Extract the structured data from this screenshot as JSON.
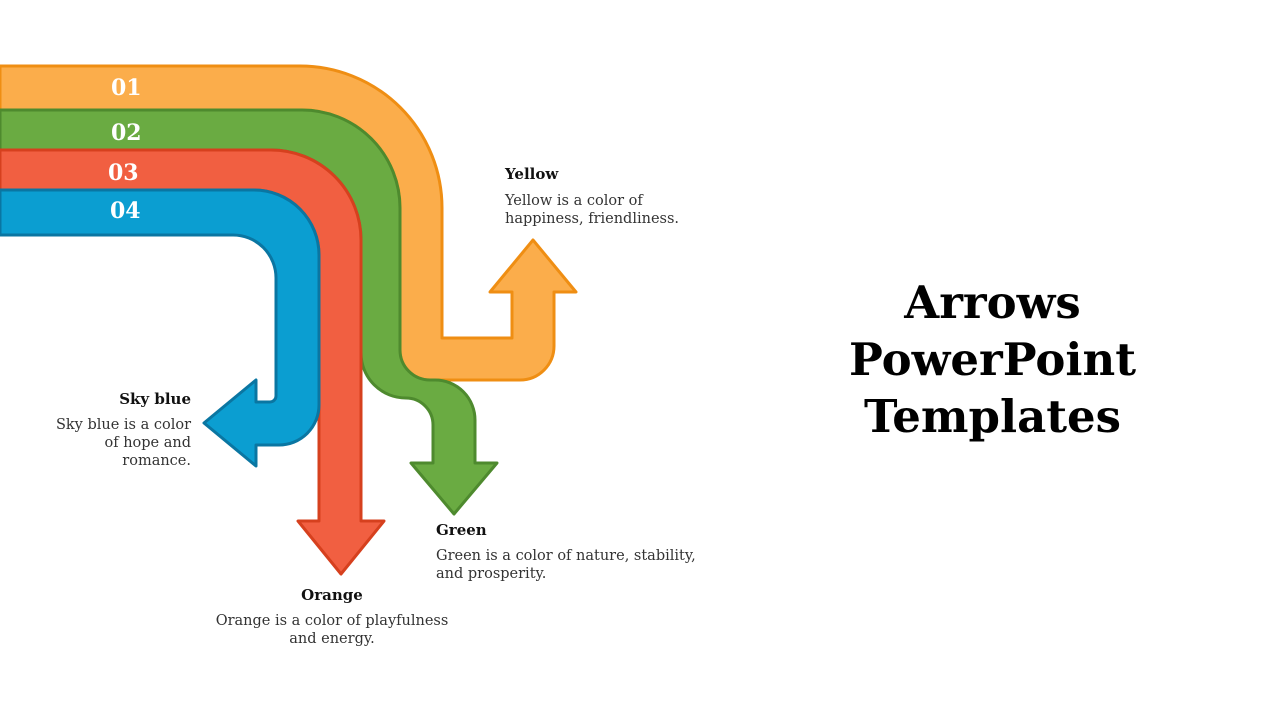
{
  "title": "Arrows PowerPoint Templates",
  "arrows": [
    {
      "number": "01",
      "name": "Yellow",
      "description": "Yellow is a color of happiness, friendliness.",
      "fill": "#FBAD4B",
      "stroke": "#EF8E13"
    },
    {
      "number": "02",
      "name": "Green",
      "description": "Green is a color of nature, stability, and prosperity.",
      "fill": "#6AAB42",
      "stroke": "#4E8A2E"
    },
    {
      "number": "03",
      "name": "Orange",
      "description": "Orange is a color of playfulness and energy.",
      "fill": "#F15F41",
      "stroke": "#D6401E"
    },
    {
      "number": "04",
      "name": "Sky blue",
      "description": "Sky blue is a color of hope and romance.",
      "fill": "#0B9ED1",
      "stroke": "#0A76A2"
    }
  ]
}
